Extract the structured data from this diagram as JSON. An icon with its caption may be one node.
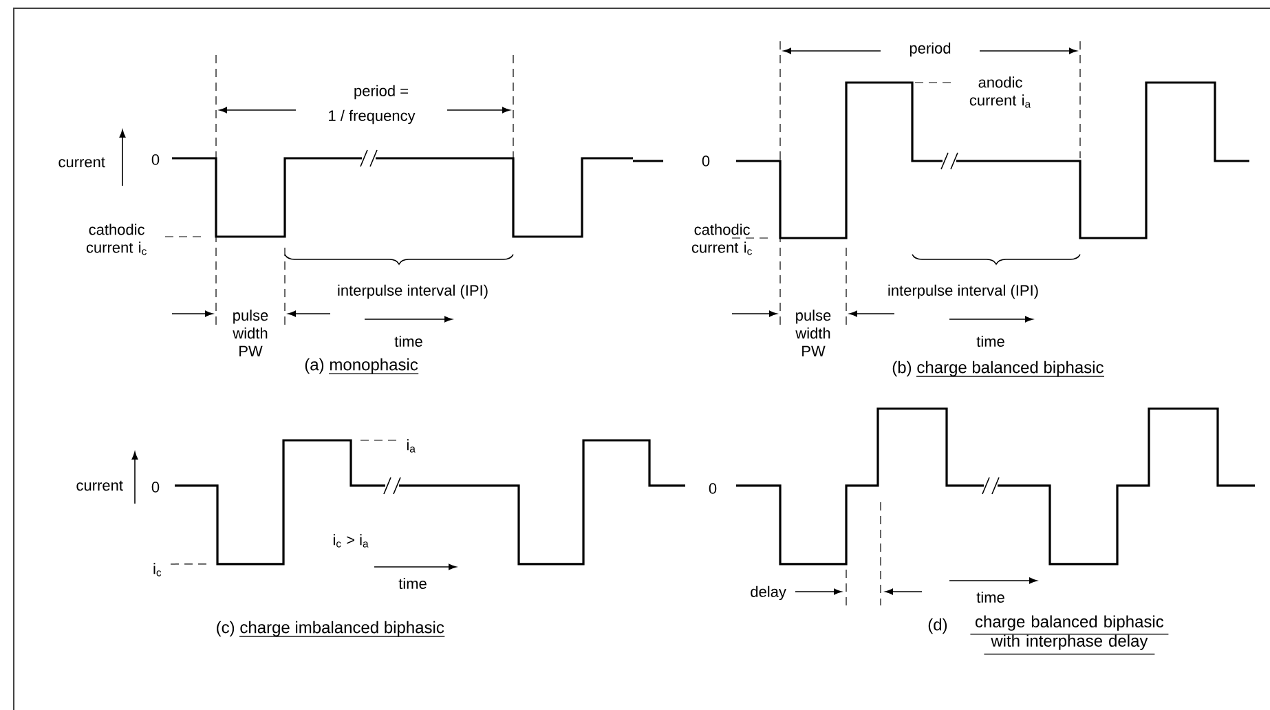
{
  "diagram": {
    "labels": [
      "period =",
      "1 / frequency",
      "current",
      "0",
      "cathodic current i$_{c}$",
      "interpulse interval (IPI)",
      "pulse width PW",
      "time",
      "(a)",
      "monophasic",
      "period",
      "0",
      "anodic current i$_{a}$",
      "cathodic current i$_{c}$",
      "interpulse interval (IPI)",
      "pulse width PW",
      "time",
      "(b)",
      "charge balanced biphasic",
      "current",
      "0",
      "i$_{a}$",
      "i$_{c}$",
      "i$_{c}$ > i$_{a}$",
      "time",
      "(c)",
      "charge imbalanced biphasic",
      "0",
      "delay",
      "time",
      "(d)",
      "charge balanced biphasic with interphase delay"
    ]
  }
}
